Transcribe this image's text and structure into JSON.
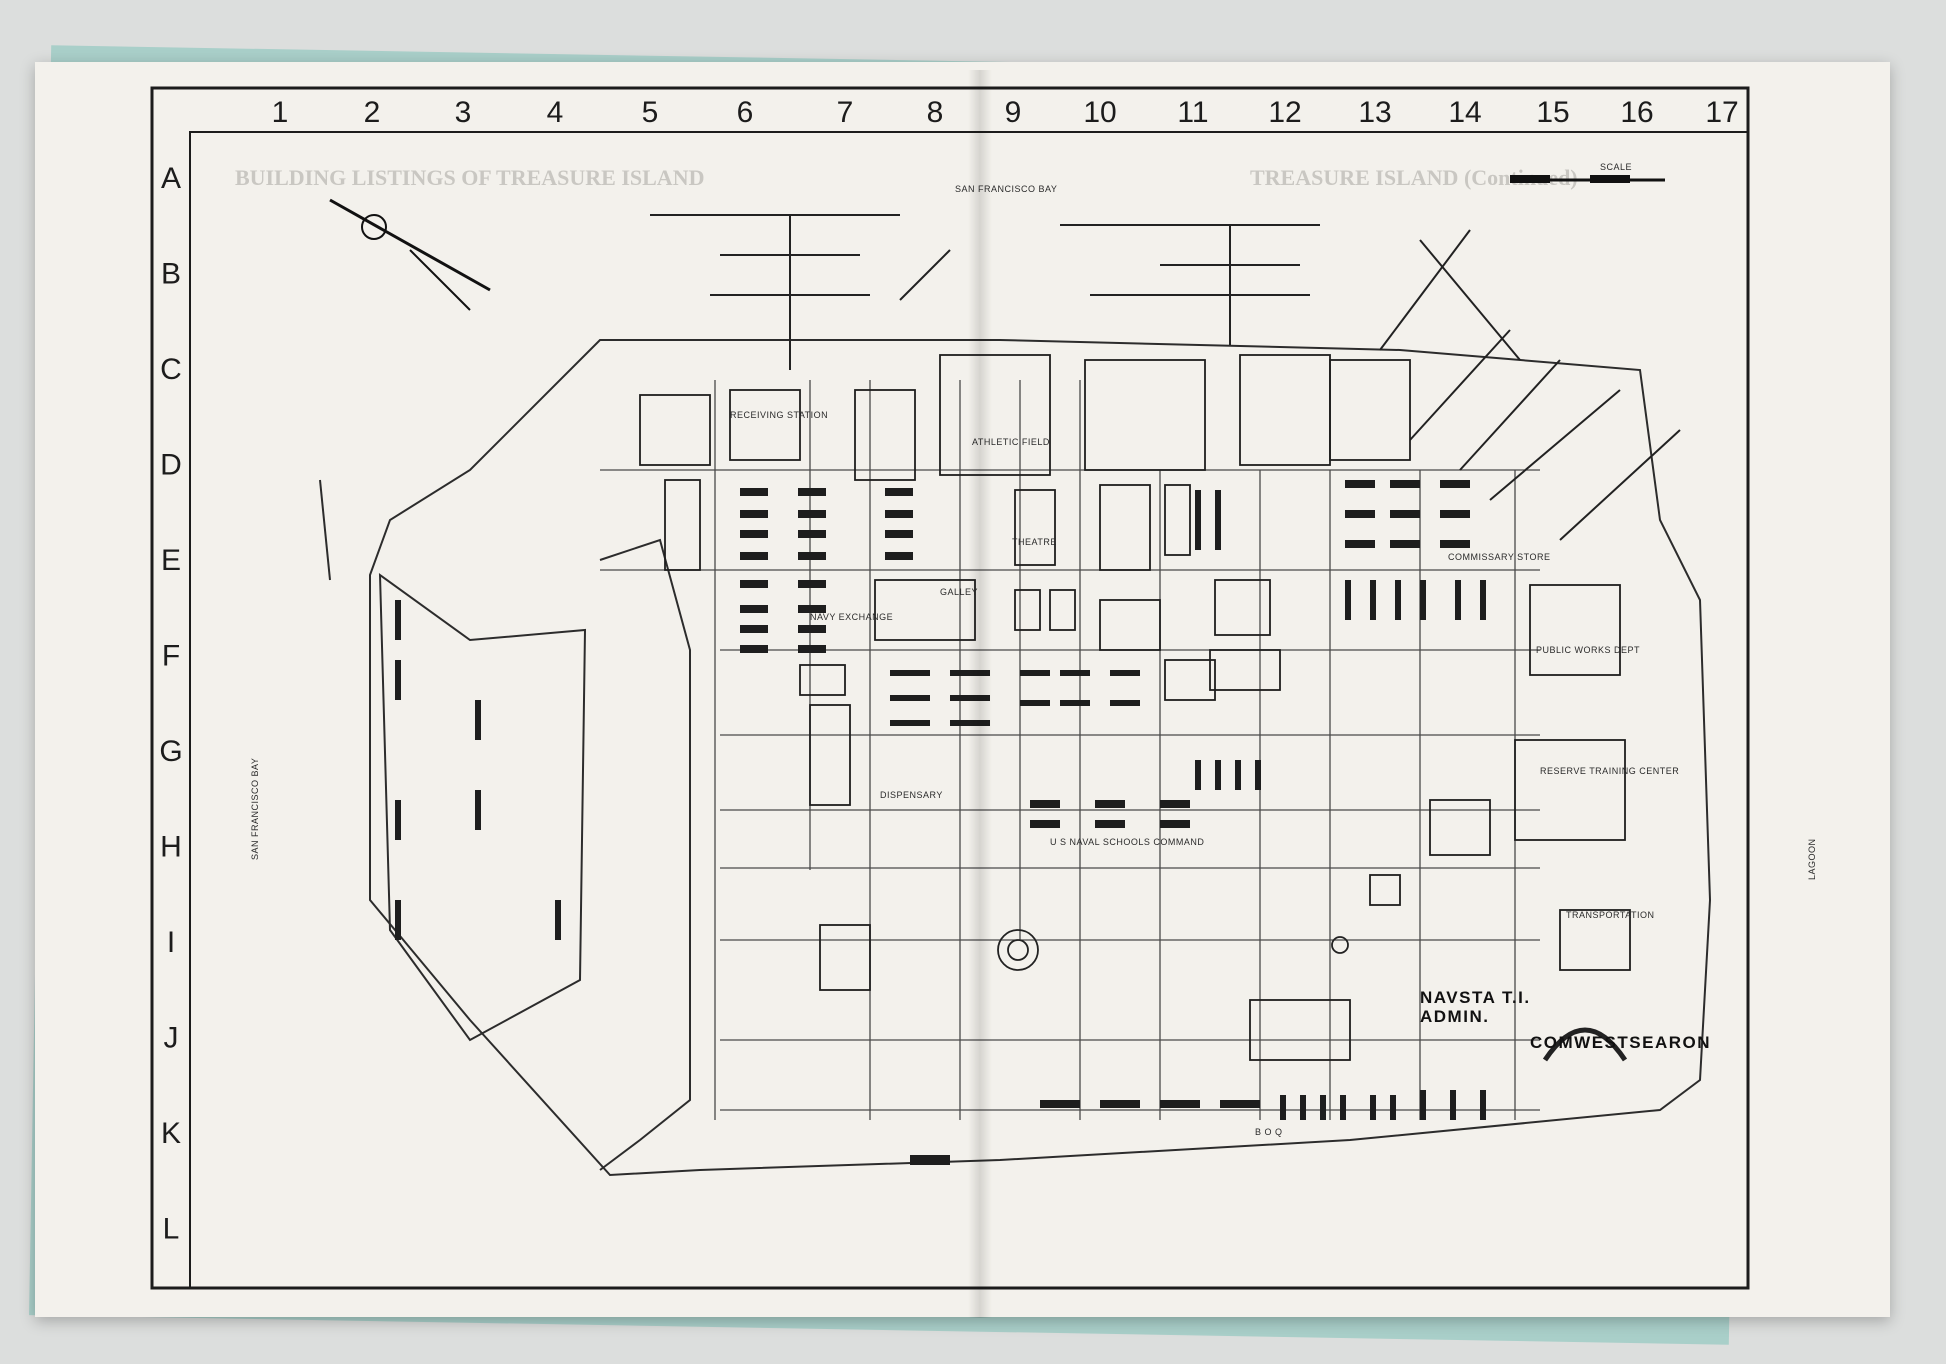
{
  "grid": {
    "columns": [
      "1",
      "2",
      "3",
      "4",
      "5",
      "6",
      "7",
      "8",
      "9",
      "10",
      "11",
      "12",
      "13",
      "14",
      "15",
      "16",
      "17"
    ],
    "rows": [
      "A",
      "B",
      "C",
      "D",
      "E",
      "F",
      "G",
      "H",
      "I",
      "J",
      "K",
      "L"
    ]
  },
  "labels": {
    "sf_bay_top": "SAN FRANCISCO BAY",
    "sf_bay_left": "SAN FRANCISCO BAY",
    "lagoon": "LAGOON",
    "receiving_station": "RECEIVING STATION",
    "athletic_field": "ATHLETIC FIELD",
    "theatre": "THEATRE",
    "navy_exchange": "NAVY EXCHANGE",
    "galley": "GALLEY",
    "commissary_store": "COMMISSARY STORE",
    "public_works_dept": "PUBLIC WORKS DEPT",
    "reserve_training_center": "RESERVE TRAINING CENTER",
    "dispensary": "DISPENSARY",
    "naval_schools_command": "U S NAVAL SCHOOLS COMMAND",
    "transportation": "TRANSPORTATION",
    "navsta_line1": "NAVSTA T.I.",
    "navsta_line2": "ADMIN.",
    "comwestsearon": "COMWESTSEARON",
    "boq": "B O Q",
    "scale": "SCALE",
    "ghost_left": "BUILDING LISTINGS OF TREASURE ISLAND",
    "ghost_right": "TREASURE ISLAND (Continued)"
  },
  "colors": {
    "paper": "#f3f1ec",
    "ink": "#1c1c1c",
    "backing": "#a9cfc9"
  }
}
